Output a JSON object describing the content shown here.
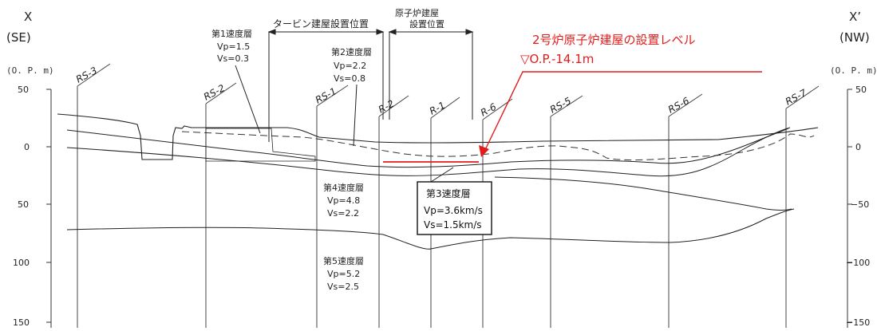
{
  "section": {
    "left_mark": "X",
    "right_mark": "X’",
    "left_dir": "(SE)",
    "right_dir": "(NW)",
    "unit": "(O. P. m)"
  },
  "left_ticks": [
    "50",
    "0",
    "50",
    "100",
    "150"
  ],
  "right_ticks": [
    "50",
    "0",
    "−50",
    "−100",
    "−150"
  ],
  "boreholes": [
    "RS-3",
    "RS-2",
    "RS-1",
    "R-2",
    "R-1",
    "R-6",
    "RS-5",
    "RS-6",
    "RS-7"
  ],
  "building_labels": {
    "turbine": "タービン建屋設置位置",
    "reactor_line1": "原子炉建屋",
    "reactor_line2": "設置位置"
  },
  "layers": [
    {
      "name": "第1速度層",
      "vp": "Vp=1.5",
      "vs": "Vs=0.3"
    },
    {
      "name": "第2速度層",
      "vp": "Vp=2.2",
      "vs": "Vs=0.8"
    },
    {
      "name": "第4速度層",
      "vp": "Vp=4.8",
      "vs": "Vs=2.2"
    },
    {
      "name": "第5速度層",
      "vp": "Vp=5.2",
      "vs": "Vs=2.5"
    }
  ],
  "layer3_box": {
    "name": "第3速度層",
    "vp": "Vp=3.6km/s",
    "vs": "Vs=1.5km/s"
  },
  "annotation": {
    "line1": "2号炉原子炉建屋の設置レベル",
    "line2": "▽O.P.-14.1m",
    "color": "#e21b1b"
  }
}
